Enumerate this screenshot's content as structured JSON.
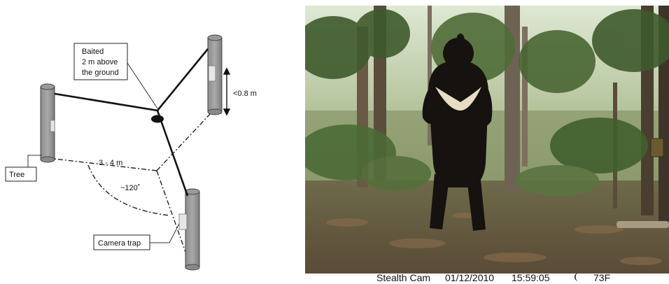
{
  "diagram": {
    "bait_label": [
      "Baited",
      "2 m above",
      "the ground"
    ],
    "height_label": "<0.8 m",
    "distance_label": "3 - 4 m",
    "angle_label": "~120˚",
    "tree_label": "Tree",
    "camera_label": "Camera trap"
  },
  "photo": {
    "caption": {
      "brand": "Stealth Cam",
      "date": "01/12/2010",
      "time": "15:59:05",
      "moon_icon": "crescent-moon-icon",
      "temperature": "73F"
    }
  }
}
